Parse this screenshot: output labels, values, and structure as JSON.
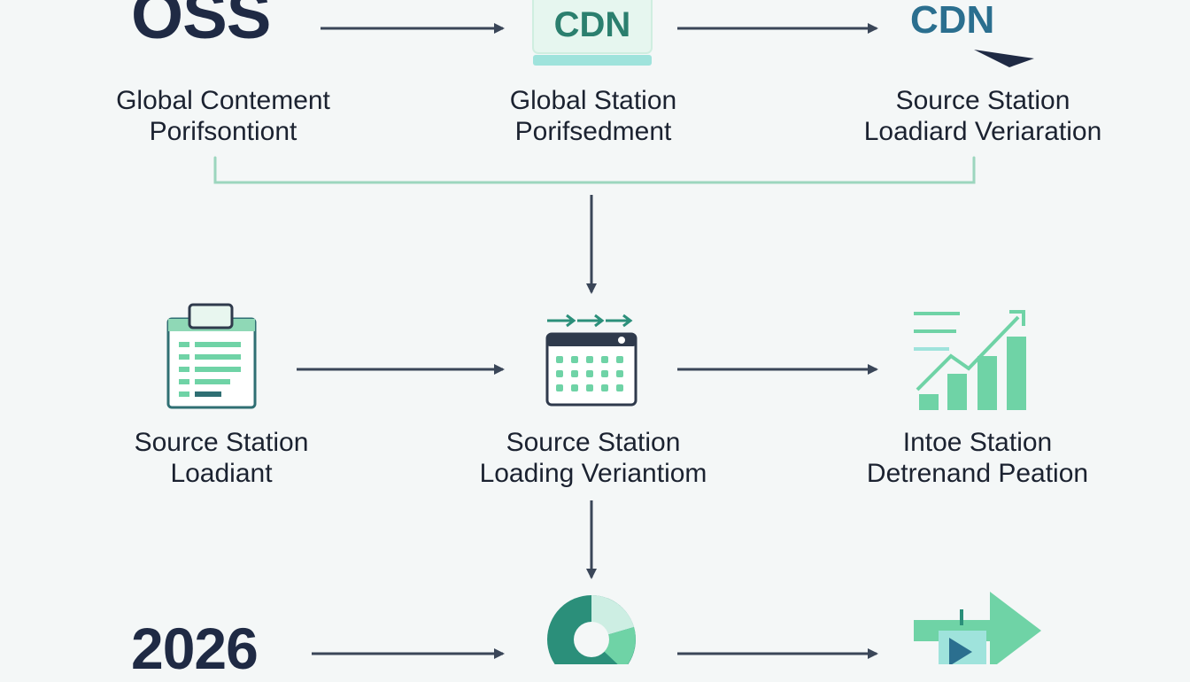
{
  "nodes": {
    "oss": {
      "title": "OSS",
      "line1": "Global Contement",
      "line2": "Porifsontiont"
    },
    "cdn_box": {
      "title": "CDN",
      "line1": "Global Station",
      "line2": "Porifsedment"
    },
    "cdn_plain": {
      "title": "CDN",
      "line1": "Source Station",
      "line2": "Loadiard Veriaration"
    },
    "form": {
      "line1": "Source Station",
      "line2": "Loadiant"
    },
    "calendar": {
      "line1": "Source Station",
      "line2": "Loading Veriantiom"
    },
    "growth": {
      "line1": "Intoe Station",
      "line2": "Detrenand Peation"
    },
    "year": {
      "title": "2026"
    }
  },
  "icons": [
    "form-icon",
    "calendar-icon",
    "growth-chart-icon",
    "pie-chart-icon",
    "forward-arrow-icon"
  ],
  "colors": {
    "navy": "#1f2a44",
    "teal": "#2b8f7a",
    "mint": "#6fd3a6",
    "connector": "#3a4658",
    "bracket": "#9cd6be"
  }
}
